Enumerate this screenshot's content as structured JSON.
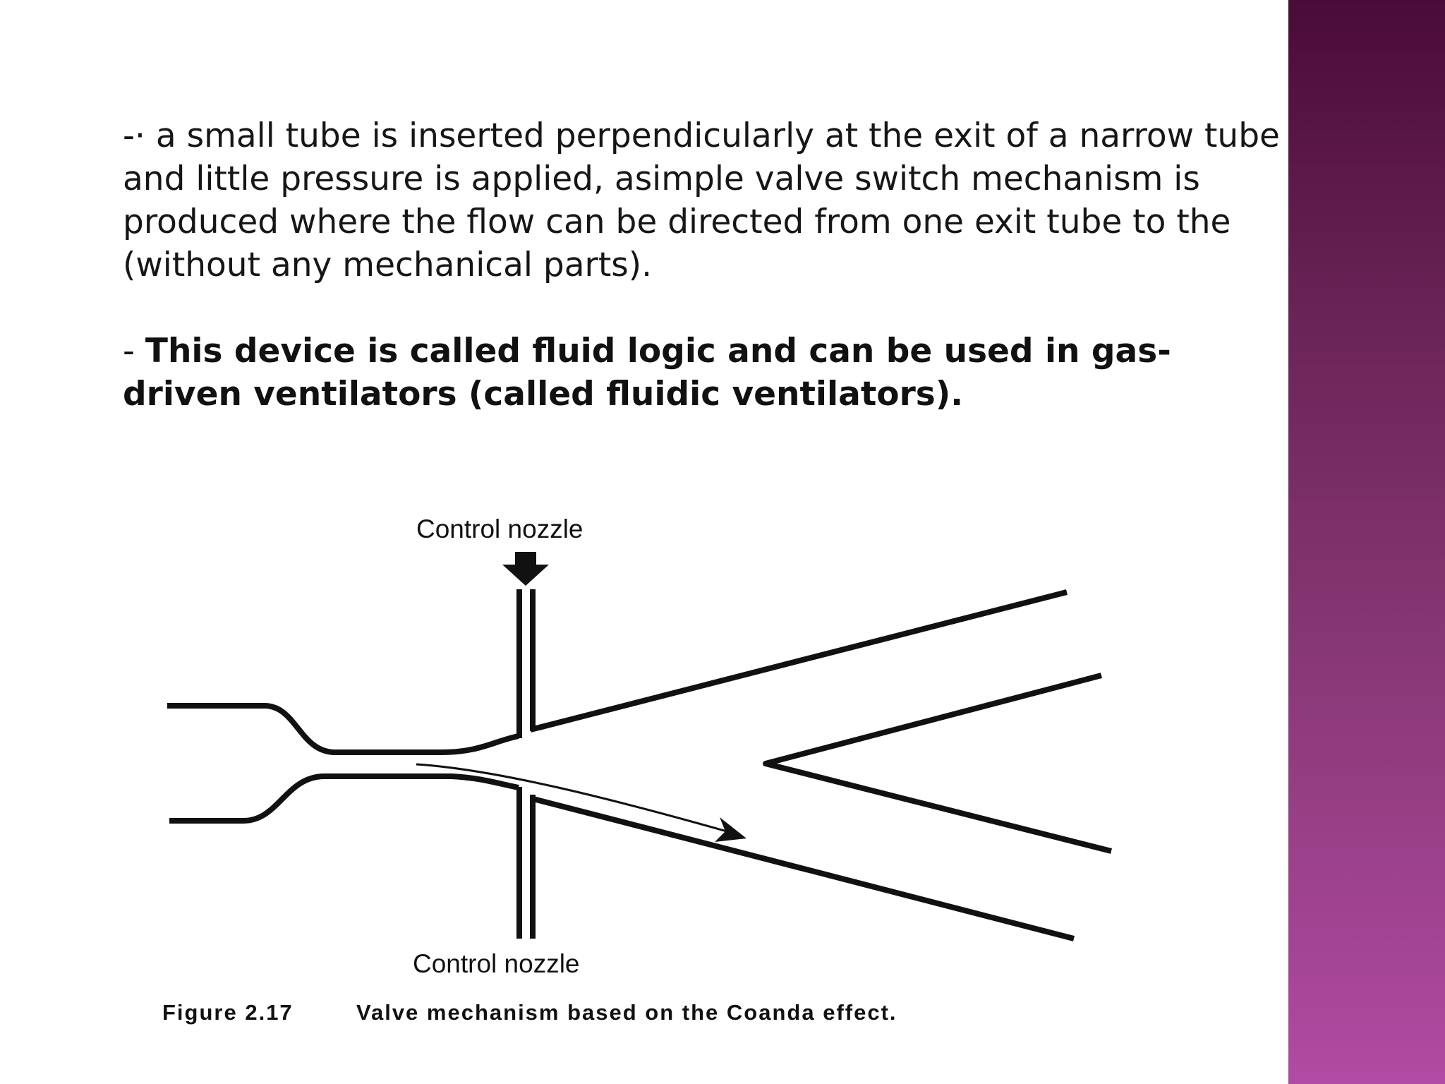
{
  "slide": {
    "paragraph_1": "-· a small tube is inserted perpendicularly at the exit of a narrow tube and little pressure is applied, asimple valve switch mechanism is produced where the flow can be directed from one exit tube to the (without any mechanical parts).",
    "paragraph_2_prefix": "- ",
    "paragraph_2_bold": "This device is called fluid logic and can be used in gas-driven ventilators (called fluidic ventilators)."
  },
  "figure": {
    "label_top": "Control nozzle",
    "label_bottom": "Control nozzle",
    "caption_number": "Figure 2.17",
    "caption_text": "Valve mechanism based on the Coanda effect."
  },
  "colors": {
    "accent_band_top": "#4a0b38",
    "accent_band_bottom": "#b14aa3",
    "text": "#161616"
  }
}
